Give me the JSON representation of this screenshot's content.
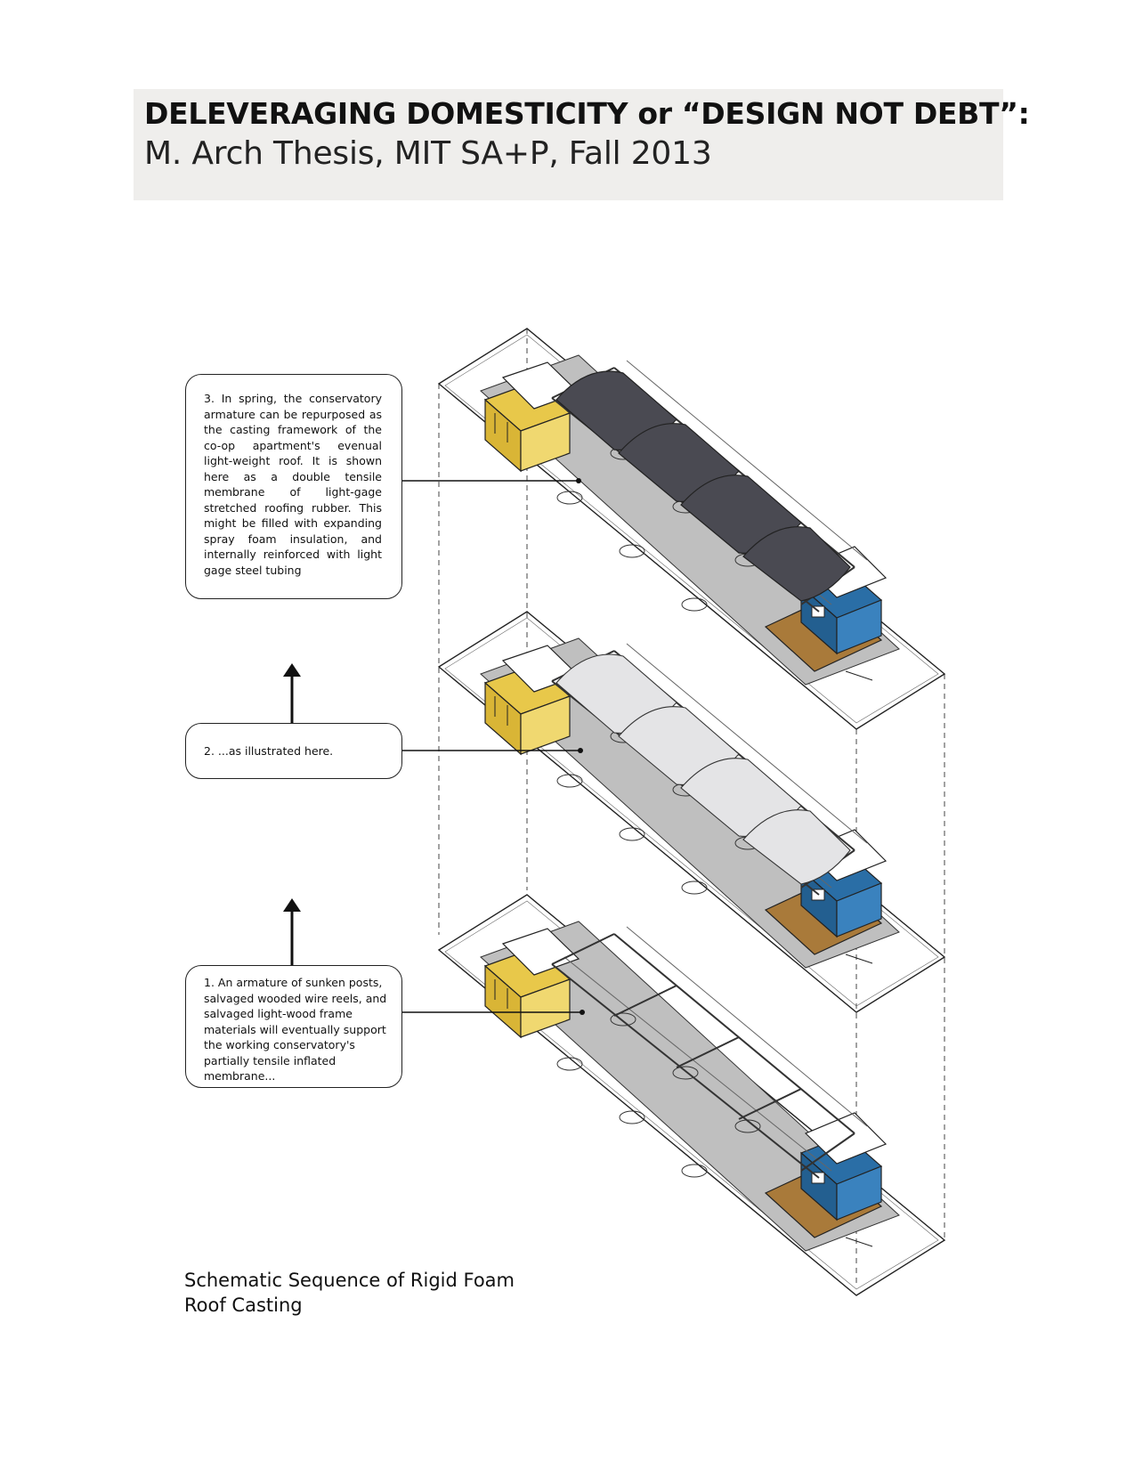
{
  "header": {
    "title": "DELEVERAGING DOMESTICITY or “DESIGN NOT DEBT”:",
    "subtitle": "M. Arch Thesis, MIT SA+P, Fall 2013"
  },
  "callouts": [
    {
      "text": "1.  An armature of sunken posts, salvaged wooded wire reels, and salvaged light-wood frame materials will eventually support the working conservatory's partially tensile inflated membrane..."
    },
    {
      "text": "2.  ...as illustrated here."
    },
    {
      "text": "3.  In spring, the conservatory armature can be repurposed as the casting  framework of the co-op apartment's evenual light-weight roof.  It is shown here as a double tensile membrane of light-gage stretched roofing rubber.  This might be filled with expanding spray foam insulation, and internally reinforced with light gage steel tubing"
    }
  ],
  "caption": {
    "line1": "Schematic Sequence of Rigid Foam",
    "line2": "Roof Casting"
  },
  "colors": {
    "header_bg": "#efeeec",
    "yellow_house": "#e8c84a",
    "blue_house": "#2a6ea6",
    "wood_deck": "#a97a3a",
    "dark_membrane": "#4a4a52",
    "light_membrane": "#e4e4e6"
  }
}
